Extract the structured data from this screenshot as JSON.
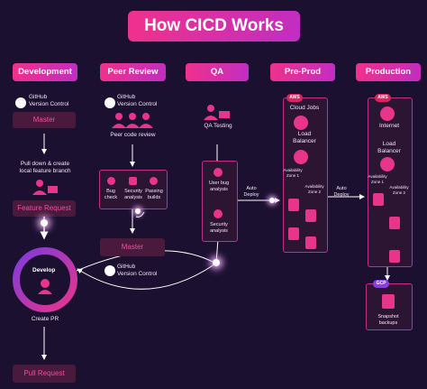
{
  "title": "How CICD Works",
  "stages": {
    "development": "Development",
    "peer_review": "Peer Review",
    "qa": "QA",
    "pre_prod": "Pre-Prod",
    "production": "Production"
  },
  "development": {
    "github": "GitHub\nVersion Control",
    "master": "Master",
    "pull_down": "Pull down & create\nlocal feature branch",
    "feature_request": "Feature Request",
    "develop": "Develop",
    "create_pr": "Create PR",
    "pull_request": "Pull Request"
  },
  "peer_review": {
    "github": "GitHub\nVersion Control",
    "peer_code_review": "Peer code review",
    "bug_check": "Bug\ncheck",
    "security_analysis": "Security\nanalysis",
    "passing_builds": "Passing\nbuilds",
    "master": "Master",
    "github_bottom": "GitHub\nVersion Control"
  },
  "qa": {
    "qa_testing": "QA Testing",
    "user_bug_analysis": "User bug\nanalysis",
    "security_analysis": "Security\nanalysis",
    "auto_deploy": "Auto\nDeploy"
  },
  "pre_prod": {
    "aws": "AWS",
    "cloud_jobs": "Cloud Jobs",
    "load_balancer": "Load\nBalancer",
    "availability_zone_1": "Availability\nZone 1",
    "availability_zone_2": "Availability\nZone 2",
    "auto_deploy": "Auto\nDeploy"
  },
  "production": {
    "aws": "AWS",
    "internet": "Internet",
    "load_balancer": "Load\nBalancer",
    "availability_zone_1": "Availability\nZone 1",
    "availability_zone_2": "Availability\nZone 2",
    "gcp": "GCP",
    "snapshot_backups": "Snapshot\nbackups"
  },
  "colors": {
    "background": "#1c1030",
    "accent_pink": "#f0318c",
    "accent_purple": "#c12ec0",
    "box_border": "#c02f8c"
  }
}
